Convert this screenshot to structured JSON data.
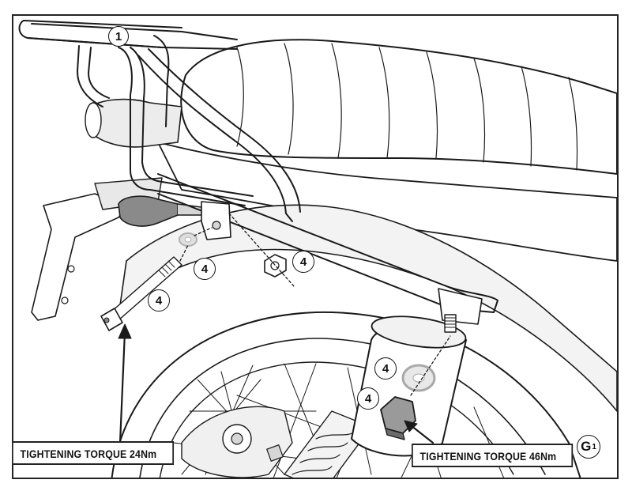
{
  "callouts": [
    {
      "id": "c1",
      "text": "1"
    },
    {
      "id": "c2",
      "text": "4"
    },
    {
      "id": "c3",
      "text": "4"
    },
    {
      "id": "c4",
      "text": "4"
    },
    {
      "id": "c5",
      "text": "4"
    },
    {
      "id": "c6",
      "text": "4"
    }
  ],
  "labels": {
    "torque_left": "TIGHTENING TORQUE 24Nm",
    "torque_right": "TIGHTENING TORQUE 46Nm"
  },
  "figure_id": {
    "letter": "G",
    "number": "1"
  },
  "colors": {
    "line": "#1a1a1a",
    "fill_light": "#ececec",
    "fill_mid": "#d6d6d6",
    "fill_dark": "#8a8a8a"
  }
}
